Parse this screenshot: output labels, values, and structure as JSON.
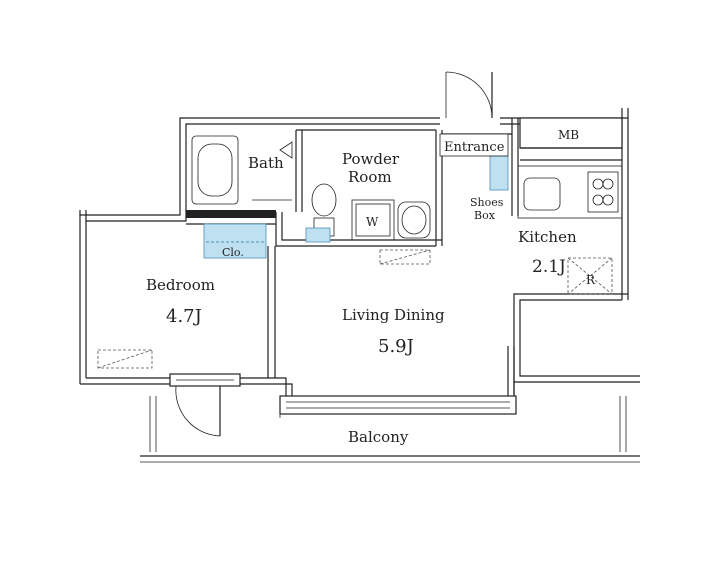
{
  "rooms": {
    "bath": "Bath",
    "powder_room_line1": "Powder",
    "powder_room_line2": "Room",
    "washer": "W",
    "entrance": "Entrance",
    "shoes_box_line1": "Shoes",
    "shoes_box_line2": "Box",
    "mb": "MB",
    "kitchen": "Kitchen",
    "kitchen_size": "2.1J",
    "fridge": "R",
    "closet": "Clo.",
    "bedroom": "Bedroom",
    "bedroom_size": "4.7J",
    "living_dining": "Living Dining",
    "living_dining_size": "5.9J",
    "balcony": "Balcony"
  },
  "colors": {
    "storage_fill": "#bfe0f0",
    "line": "#222222"
  }
}
